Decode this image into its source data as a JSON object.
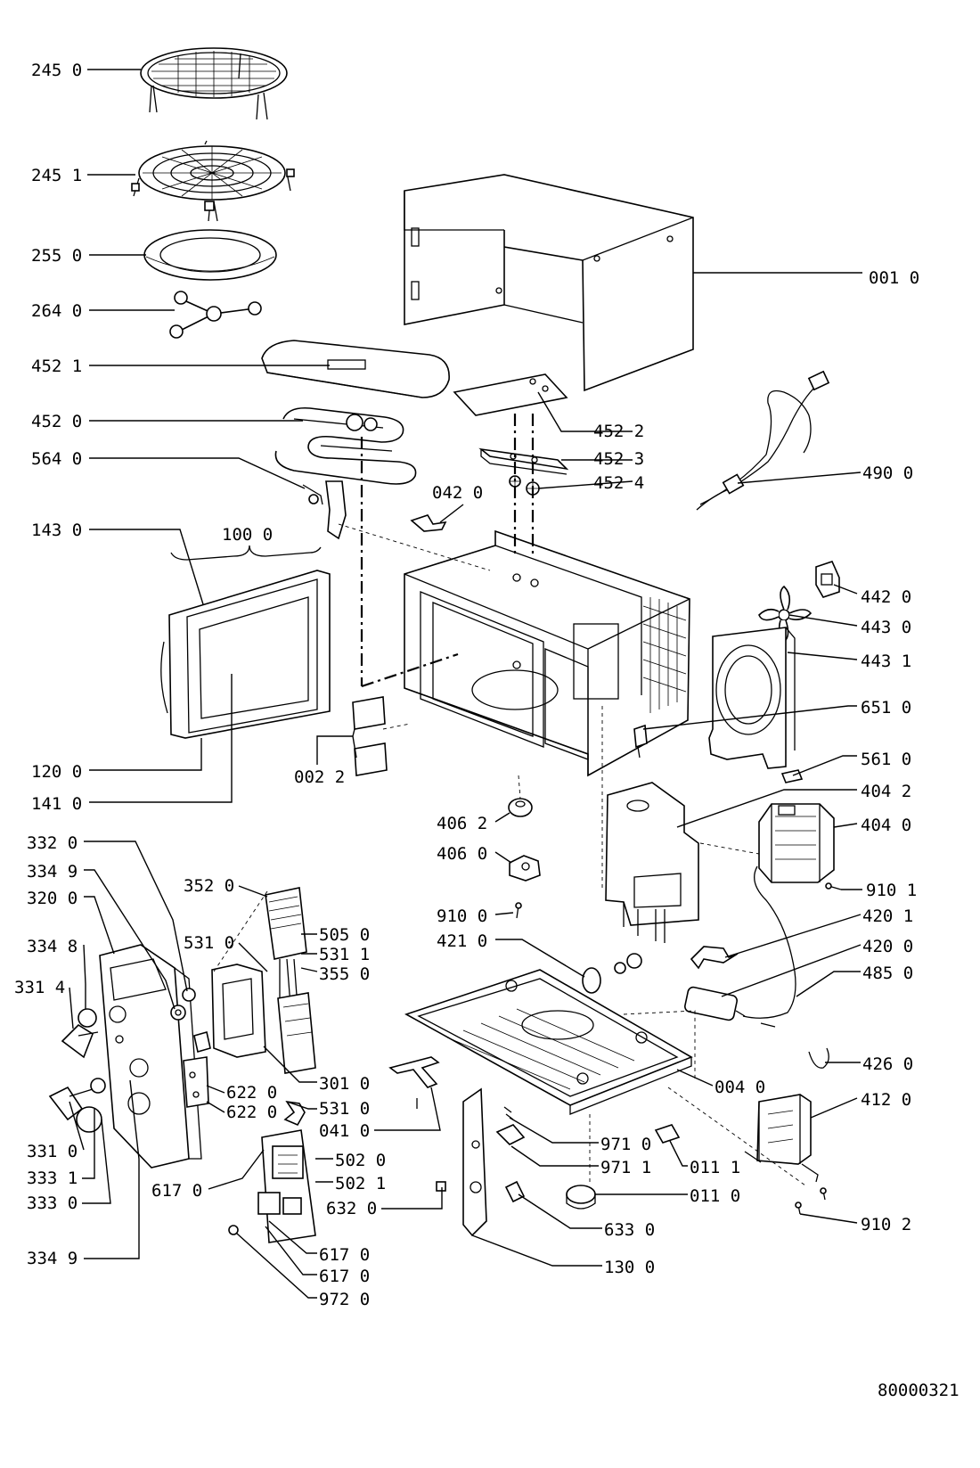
{
  "document_number": "80000321",
  "labels": [
    {
      "id": "l1",
      "text": "245 0"
    },
    {
      "id": "l2",
      "text": "245 1"
    },
    {
      "id": "l3",
      "text": "255 0"
    },
    {
      "id": "l4",
      "text": "264 0"
    },
    {
      "id": "l5",
      "text": "452 1"
    },
    {
      "id": "l6",
      "text": "452 0"
    },
    {
      "id": "l7",
      "text": "564 0"
    },
    {
      "id": "l8",
      "text": "143 0"
    },
    {
      "id": "l9",
      "text": "100 0"
    },
    {
      "id": "l10",
      "text": "042 0"
    },
    {
      "id": "l11",
      "text": "001 0"
    },
    {
      "id": "l12",
      "text": "452 2"
    },
    {
      "id": "l13",
      "text": "452 3"
    },
    {
      "id": "l14",
      "text": "452 4"
    },
    {
      "id": "l15",
      "text": "490 0"
    },
    {
      "id": "l16",
      "text": "442 0"
    },
    {
      "id": "l17",
      "text": "443 0"
    },
    {
      "id": "l18",
      "text": "443 1"
    },
    {
      "id": "l19",
      "text": "651 0"
    },
    {
      "id": "l20",
      "text": "561 0"
    },
    {
      "id": "l21",
      "text": "404 2"
    },
    {
      "id": "l22",
      "text": "404 0"
    },
    {
      "id": "l23",
      "text": "910 1"
    },
    {
      "id": "l24",
      "text": "420 1"
    },
    {
      "id": "l25",
      "text": "420 0"
    },
    {
      "id": "l26",
      "text": "485 0"
    },
    {
      "id": "l27",
      "text": "426 0"
    },
    {
      "id": "l28",
      "text": "412 0"
    },
    {
      "id": "l29",
      "text": "004 0"
    },
    {
      "id": "l30",
      "text": "011 1"
    },
    {
      "id": "l31",
      "text": "011 0"
    },
    {
      "id": "l32",
      "text": "910 2"
    },
    {
      "id": "l33",
      "text": "120 0"
    },
    {
      "id": "l34",
      "text": "141 0"
    },
    {
      "id": "l35",
      "text": "002 2"
    },
    {
      "id": "l36",
      "text": "406 2"
    },
    {
      "id": "l37",
      "text": "406 0"
    },
    {
      "id": "l38",
      "text": "910 0"
    },
    {
      "id": "l39",
      "text": "421 0"
    },
    {
      "id": "l40",
      "text": "332 0"
    },
    {
      "id": "l41",
      "text": "334 9"
    },
    {
      "id": "l42",
      "text": "320 0"
    },
    {
      "id": "l43",
      "text": "334 8"
    },
    {
      "id": "l44",
      "text": "331 4"
    },
    {
      "id": "l45",
      "text": "352 0"
    },
    {
      "id": "l46",
      "text": "531 0"
    },
    {
      "id": "l47",
      "text": "505 0"
    },
    {
      "id": "l48",
      "text": "531 1"
    },
    {
      "id": "l49",
      "text": "355 0"
    },
    {
      "id": "l50",
      "text": "301 0"
    },
    {
      "id": "l51",
      "text": "531 0"
    },
    {
      "id": "l52",
      "text": "041 0"
    },
    {
      "id": "l53",
      "text": "622 0"
    },
    {
      "id": "l54",
      "text": "622 0"
    },
    {
      "id": "l55",
      "text": "331 0"
    },
    {
      "id": "l56",
      "text": "333 1"
    },
    {
      "id": "l57",
      "text": "333 0"
    },
    {
      "id": "l58",
      "text": "334 9"
    },
    {
      "id": "l59",
      "text": "617 0"
    },
    {
      "id": "l60",
      "text": "502 0"
    },
    {
      "id": "l61",
      "text": "502 1"
    },
    {
      "id": "l62",
      "text": "632 0"
    },
    {
      "id": "l63",
      "text": "617 0"
    },
    {
      "id": "l64",
      "text": "617 0"
    },
    {
      "id": "l65",
      "text": "972 0"
    },
    {
      "id": "l66",
      "text": "971 0"
    },
    {
      "id": "l67",
      "text": "971 1"
    },
    {
      "id": "l68",
      "text": "633 0"
    },
    {
      "id": "l69",
      "text": "130 0"
    }
  ]
}
